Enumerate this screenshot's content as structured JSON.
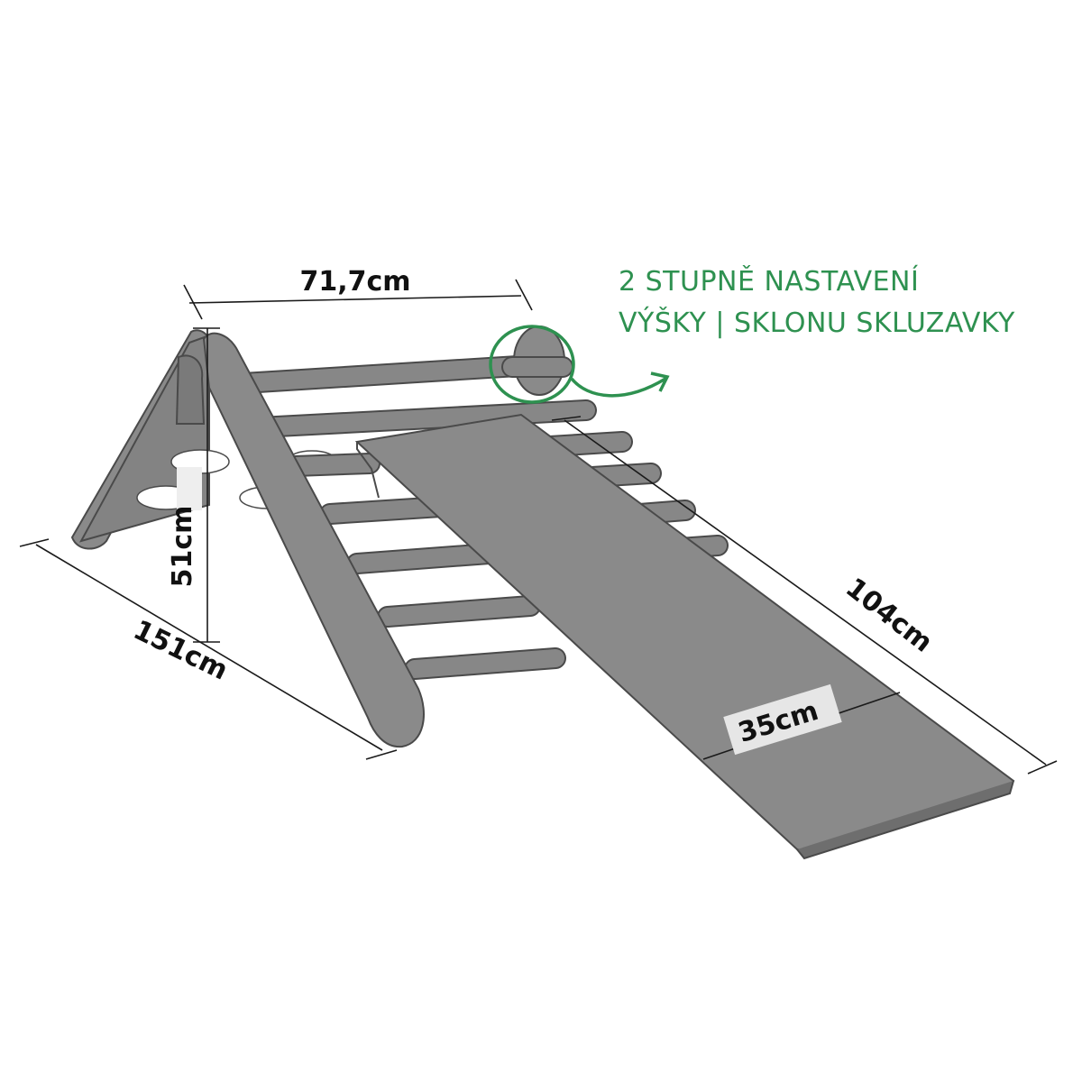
{
  "dimensions": {
    "top_width": "71,7cm",
    "height": "51cm",
    "length": "151cm",
    "slide_length": "104cm",
    "slide_width": "35cm"
  },
  "note": {
    "line1": "2 STUPNĚ NASTAVENÍ",
    "line2": "VÝŠKY | SKLONU SKLUZAVKY"
  },
  "colors": {
    "accent_green": "#2e9150",
    "product_gray": "#8a8a8a",
    "text_black": "#111111"
  }
}
